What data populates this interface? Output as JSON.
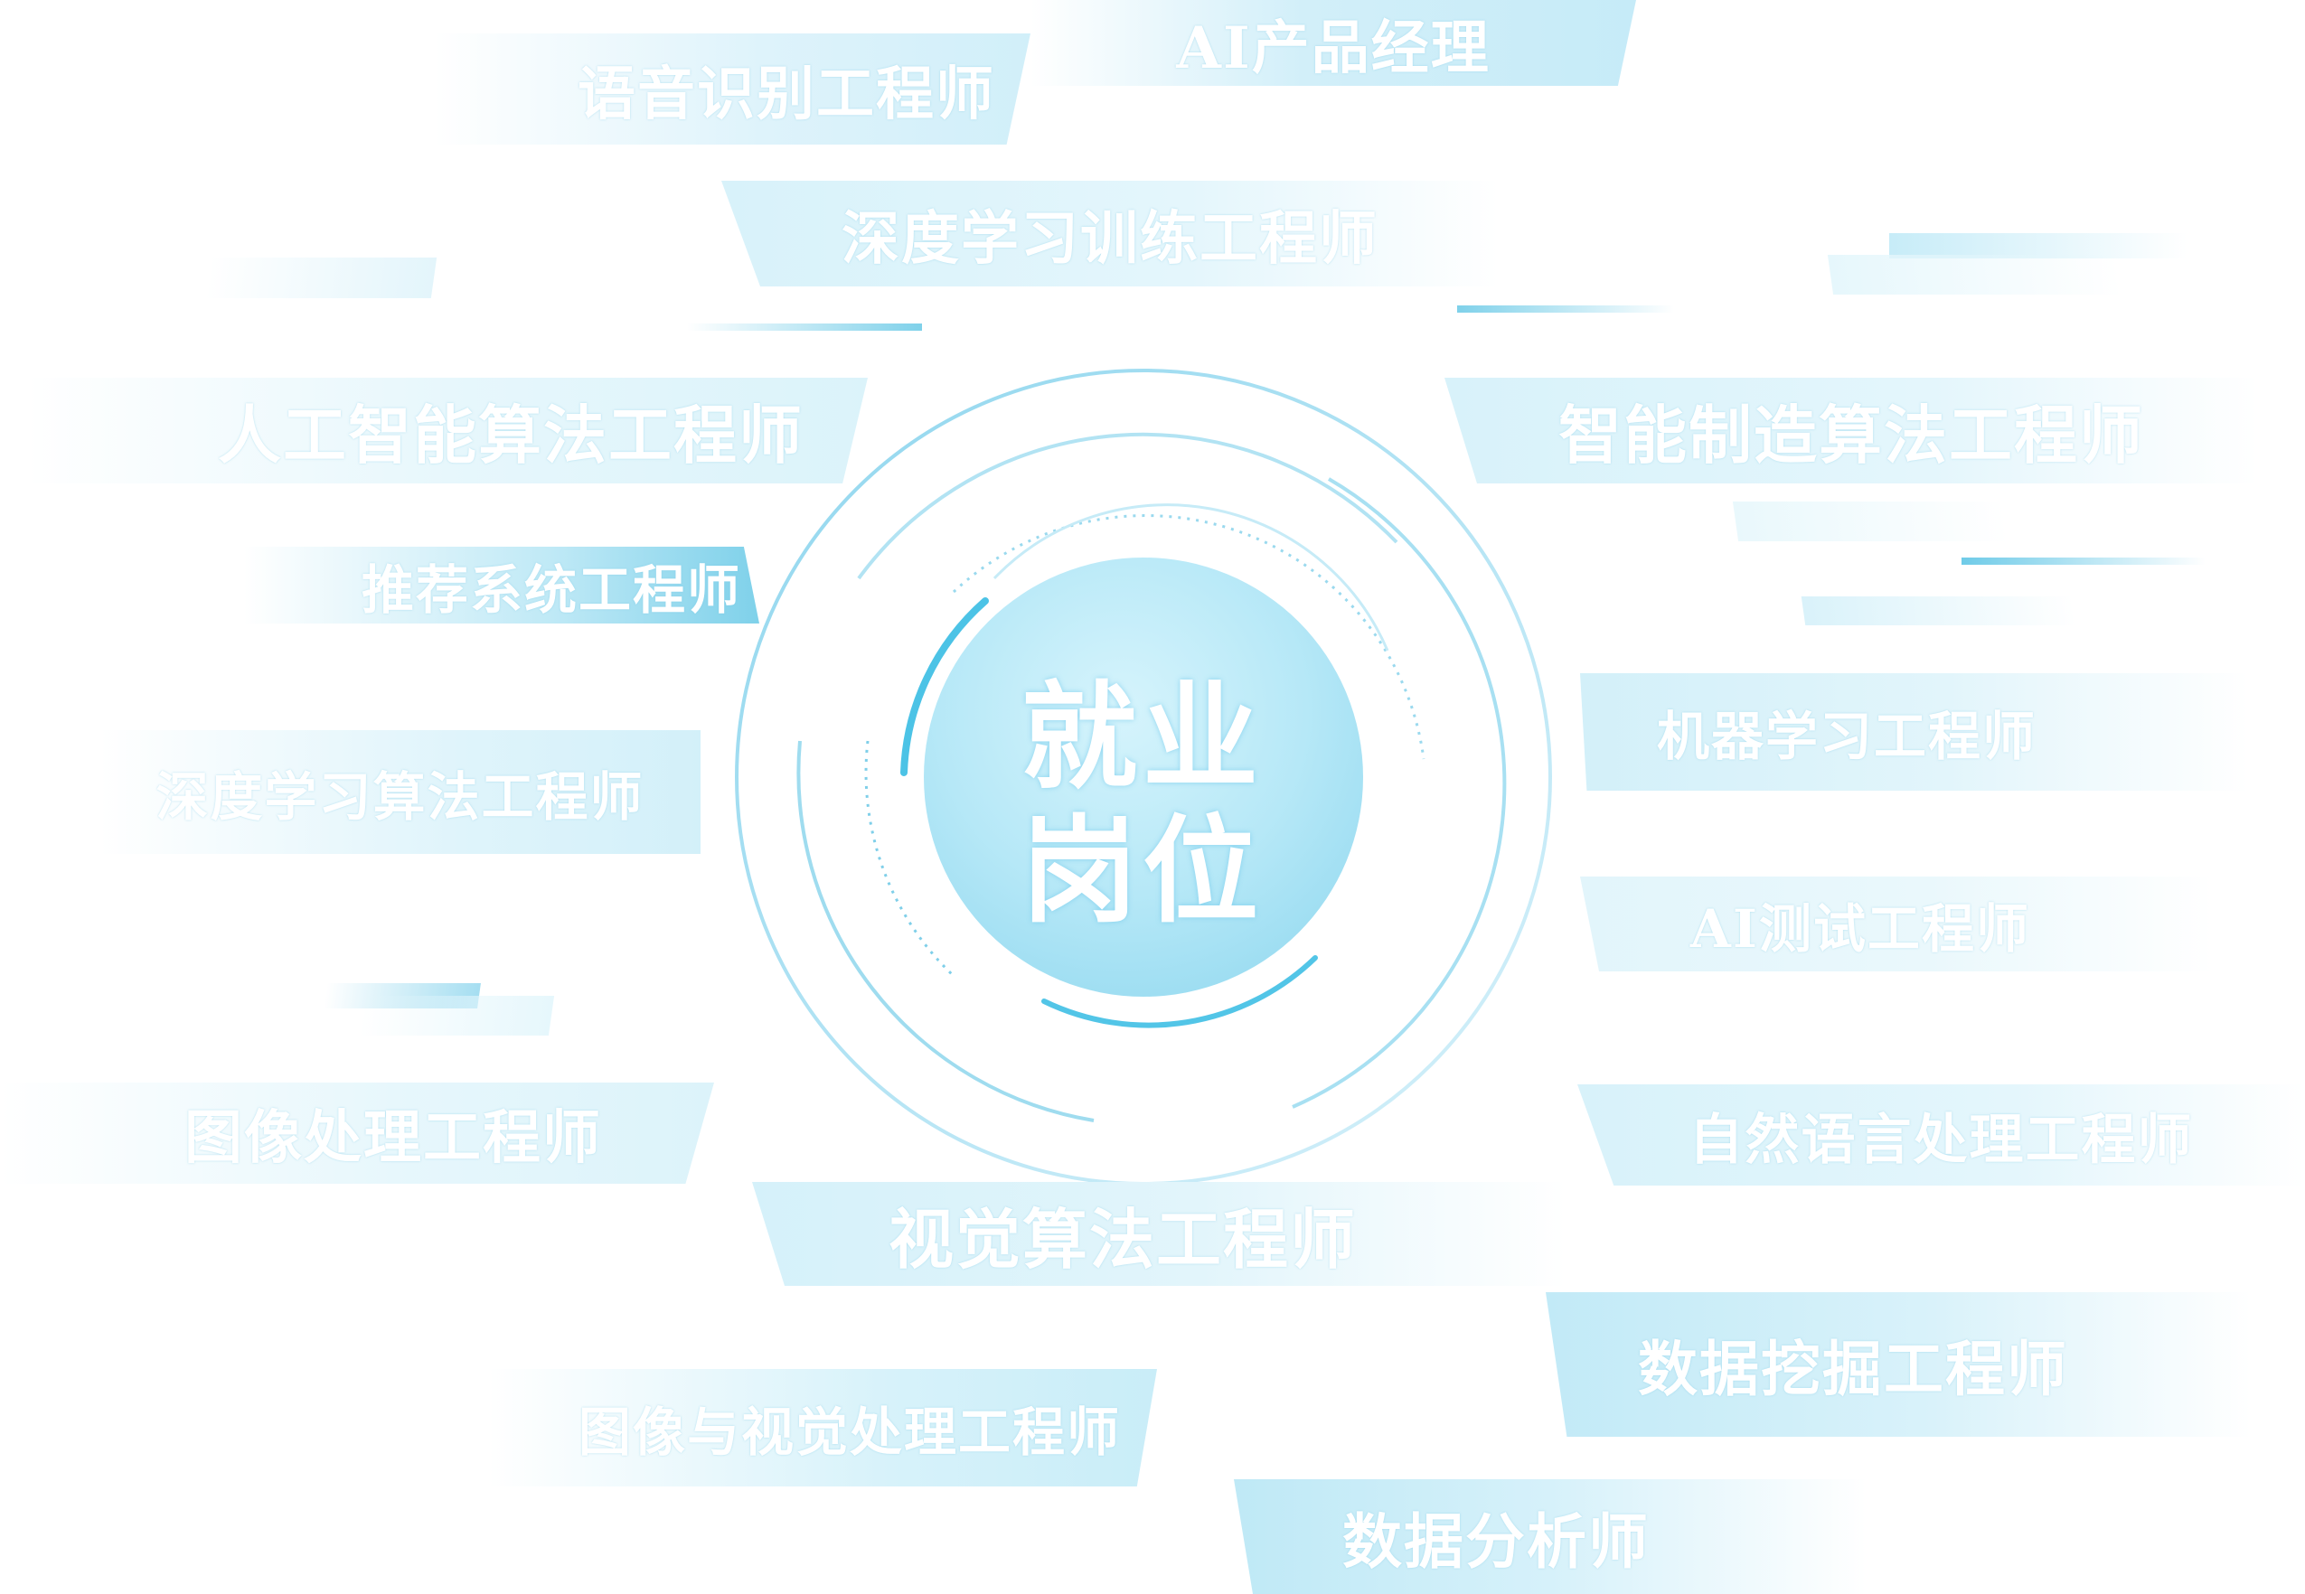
{
  "center": {
    "line1": "就业",
    "line2": "岗位"
  },
  "colors": {
    "accent": "#4cc3e6",
    "tag_strong": "#b9e8f6",
    "tag_light": "#e4f6fc",
    "ring": "#9fdcef"
  },
  "jobs": {
    "ai_product_manager": "AI产品经理",
    "speech_recognition": "语音识别工程师",
    "dl_training": "深度学习训练工程师",
    "ai_algorithm": "人工智能算法工程师",
    "smart_manufacturing": "智能制造算法工程师",
    "recommender": "推荐系统工程师",
    "dl_algorithm": "深度学习算法工程师",
    "machine_learning": "机器学习工程师",
    "ai_testing": "AI测试工程师",
    "image_processing": "图像处理工程师",
    "nlp": "自然语言处理工程师",
    "vision_algorithm": "视觉算法工程师",
    "data_mining": "数据挖掘工程师",
    "image_vision": "图像与视觉处理工程师",
    "data_analyst": "数据分析师"
  }
}
